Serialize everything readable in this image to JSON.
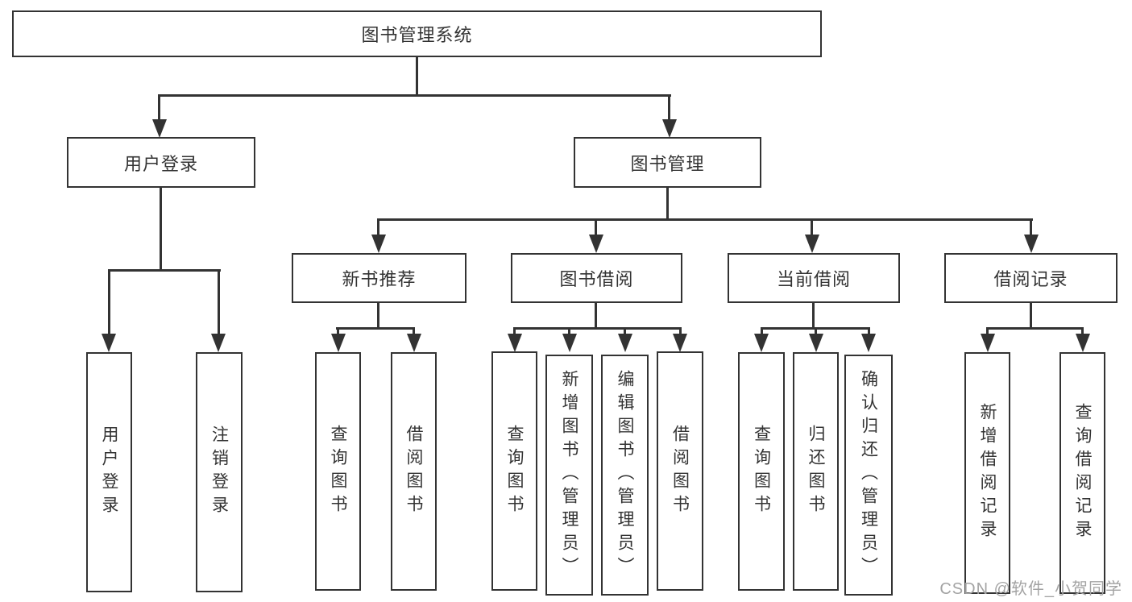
{
  "diagram": {
    "type": "hierarchy-tree",
    "root": {
      "label": "图书管理系统",
      "children": [
        {
          "label": "用户登录",
          "children": [
            {
              "label": "用户登录"
            },
            {
              "label": "注销登录"
            }
          ]
        },
        {
          "label": "图书管理",
          "children": [
            {
              "label": "新书推荐",
              "children": [
                {
                  "label": "查询图书"
                },
                {
                  "label": "借阅图书"
                }
              ]
            },
            {
              "label": "图书借阅",
              "children": [
                {
                  "label": "查询图书"
                },
                {
                  "label": "新增图书（管理员）"
                },
                {
                  "label": "编辑图书（管理员）"
                },
                {
                  "label": "借阅图书"
                }
              ]
            },
            {
              "label": "当前借阅",
              "children": [
                {
                  "label": "查询图书"
                },
                {
                  "label": "归还图书"
                },
                {
                  "label": "确认归还（管理员）"
                }
              ]
            },
            {
              "label": "借阅记录",
              "children": [
                {
                  "label": "新增借阅记录"
                },
                {
                  "label": "查询借阅记录"
                }
              ]
            }
          ]
        }
      ]
    }
  },
  "watermark": {
    "text": "CSDN @软件_小贺同学"
  },
  "colors": {
    "line": "#333333",
    "text": "#333333",
    "watermark": "#a3a3a3",
    "background": "#ffffff"
  }
}
